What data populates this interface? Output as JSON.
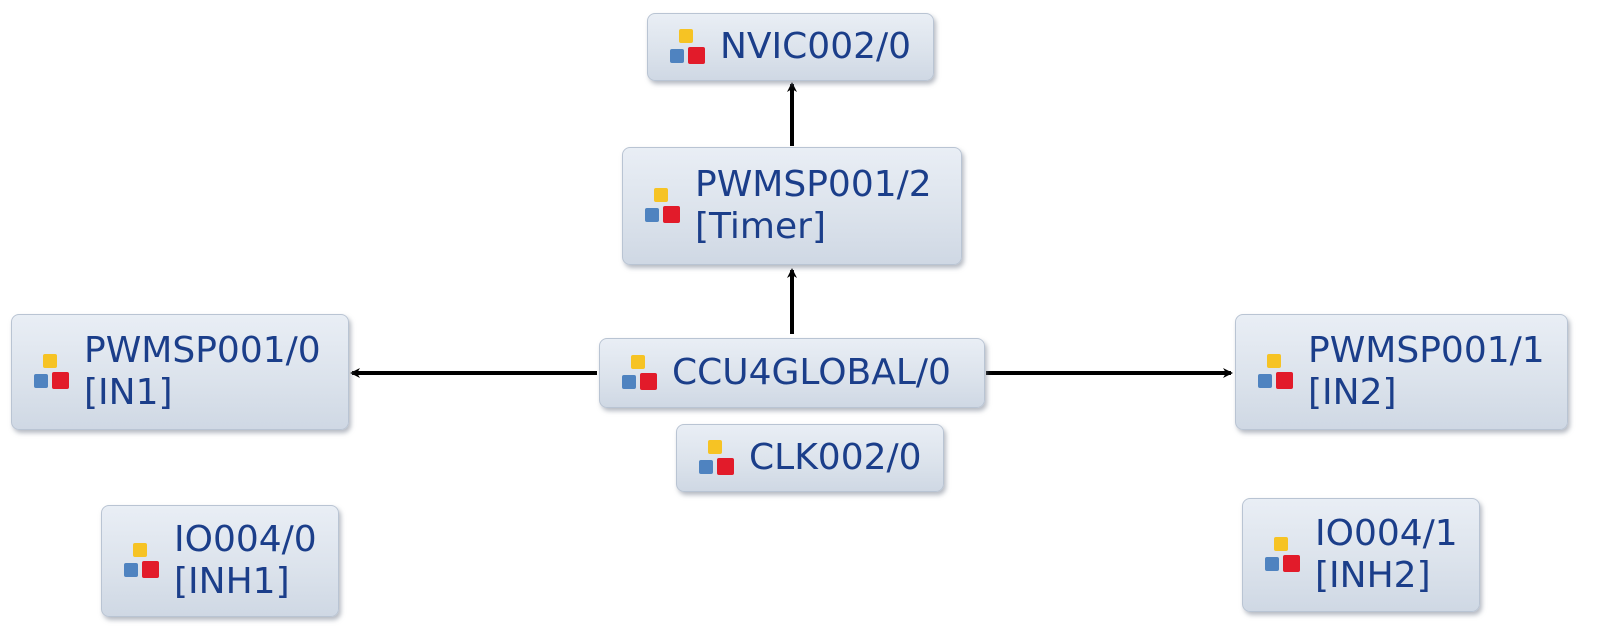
{
  "nodes": {
    "nvic": {
      "name": "NVIC002/0",
      "sub": ""
    },
    "pwm_timer": {
      "name": "PWMSP001/2",
      "sub": "[Timer]"
    },
    "pwm_in1": {
      "name": "PWMSP001/0",
      "sub": "[IN1]"
    },
    "ccu4": {
      "name": "CCU4GLOBAL/0",
      "sub": ""
    },
    "pwm_in2": {
      "name": "PWMSP001/1",
      "sub": "[IN2]"
    },
    "clk": {
      "name": "CLK002/0",
      "sub": ""
    },
    "io_inh1": {
      "name": "IO004/0",
      "sub": "[INH1]"
    },
    "io_inh2": {
      "name": "IO004/1",
      "sub": "[INH2]"
    }
  },
  "connections": [
    {
      "from": "ccu4",
      "to": "pwm_timer"
    },
    {
      "from": "pwm_timer",
      "to": "nvic"
    },
    {
      "from": "ccu4",
      "to": "pwm_in1"
    },
    {
      "from": "ccu4",
      "to": "pwm_in2"
    }
  ],
  "colors": {
    "node_text": "#1b3e8a",
    "connector": "#000000",
    "icon_yellow": "#f6c324",
    "icon_blue": "#4f83c0",
    "icon_red": "#e21b2a"
  }
}
